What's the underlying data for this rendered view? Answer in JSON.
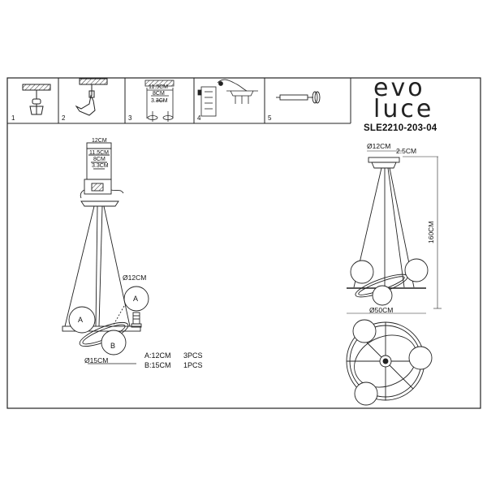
{
  "brand": {
    "line1": "evo",
    "line2": "luce"
  },
  "model": "SLE2210-203-04",
  "steps": [
    {
      "number": "1"
    },
    {
      "number": "2"
    },
    {
      "number": "3",
      "dims": [
        "11.5CM",
        "8CM",
        "3.3CM"
      ]
    },
    {
      "number": "4"
    },
    {
      "number": "5"
    }
  ],
  "left_view": {
    "canopy_dims": [
      "12CM",
      "11.5CM",
      "8CM",
      "3.3CM"
    ],
    "diameter_top": "Ø12CM",
    "diameter_ring": "Ø15CM",
    "globe_labels": [
      "A",
      "B"
    ],
    "detail_label": "A",
    "parts_list": [
      {
        "code": "A:12CM",
        "qty": "3PCS"
      },
      {
        "code": "B:15CM",
        "qty": "1PCS"
      }
    ]
  },
  "right_view": {
    "diameter_canopy": "Ø12CM",
    "canopy_height": "2.5CM",
    "total_height": "160CM",
    "diameter_frame": "Ø50CM"
  }
}
